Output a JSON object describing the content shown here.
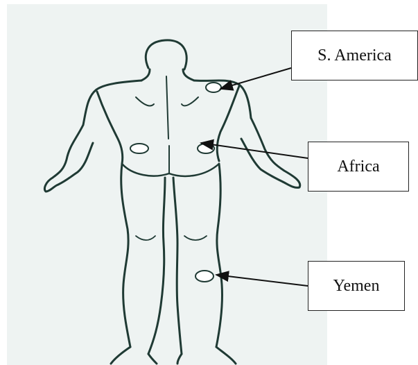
{
  "labels": {
    "south_america": "S. America",
    "africa": "Africa",
    "yemen": "Yemen"
  },
  "colors": {
    "outline": "#1f3a34",
    "background_tint": "#eef3f2",
    "arrow": "#111111"
  }
}
